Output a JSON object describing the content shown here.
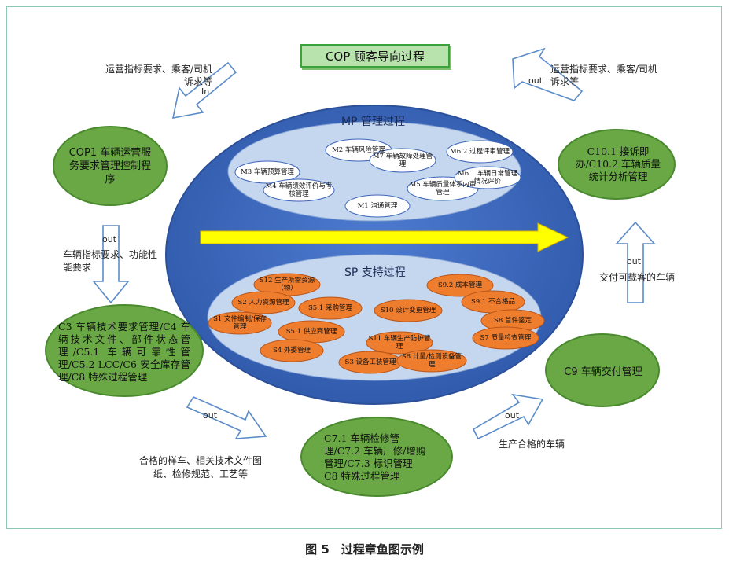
{
  "title": "COP 顾客导向过程",
  "mp": {
    "header": "MP 管理过程",
    "items": [
      "M2 车辆风险管理",
      "M7 车辆故障处理管理",
      "M6.2 过程评审管理",
      "M3 车辆预算管理",
      "M4 车辆绩效评价与考核管理",
      "M5 车辆质量体系内审管理",
      "M6.1 车辆日常管理情况评价",
      "M1 沟通管理"
    ]
  },
  "sp": {
    "header": "SP 支持过程",
    "items": [
      "S12 生产所需资源（物）",
      "S2 人力资源管理",
      "S1 文件编制/保存管理",
      "S5.1 采购管理",
      "S5.1 供应商管理",
      "S4 外委管理",
      "S10 设计变更管理",
      "S11 车辆生产防护管理",
      "S3 设备工装管理",
      "S6 计量/检测设备管理",
      "S9.2 成本管理",
      "S9.1 不合格品",
      "S8 首件鉴定",
      "S7 质量检查管理"
    ]
  },
  "processes": {
    "cop1": "COP1 车辆运营服务要求管理控制程序",
    "c3": "C3 车辆技术要求管理/C4 车辆技术文件、部件状态管理/C5.1 车辆可靠性管理/C5.2 LCC/C6 安全库存管理/C8 特殊过程管理",
    "c7": "C7.1 车辆检修管理/C7.2 车辆厂修/增购管理/C7.3 标识管理 C8 特殊过程管理",
    "c9": "C9 车辆交付管理",
    "c10": "C10.1 接诉即办/C10.2 车辆质量统计分析管理"
  },
  "flows": {
    "in_label": "In",
    "out_label": "out",
    "input_text": "运营指标要求、乘客/司机诉求等",
    "output_text": "运营指标要求、乘客/司机诉求等",
    "cop1_to_c3_text": "车辆指标要求、功能性能要求",
    "c3_to_c7_text": "合格的样车、相关技术文件图纸、检修规范、工艺等",
    "c7_to_c9_text": "生产合格的车辆",
    "c9_to_c10_text": "交付可载客的车辆"
  },
  "caption": "图 5　过程章鱼图示例",
  "colors": {
    "big_ellipse": "#3b63b8",
    "inner_ellipse": "#c5d7ef",
    "mp_item": "#ffffff",
    "sp_item": "#ef7d2e",
    "process_green": "#6aa846",
    "main_arrow": "#ffff00",
    "flow_arrow_border": "#5b8cc8"
  }
}
